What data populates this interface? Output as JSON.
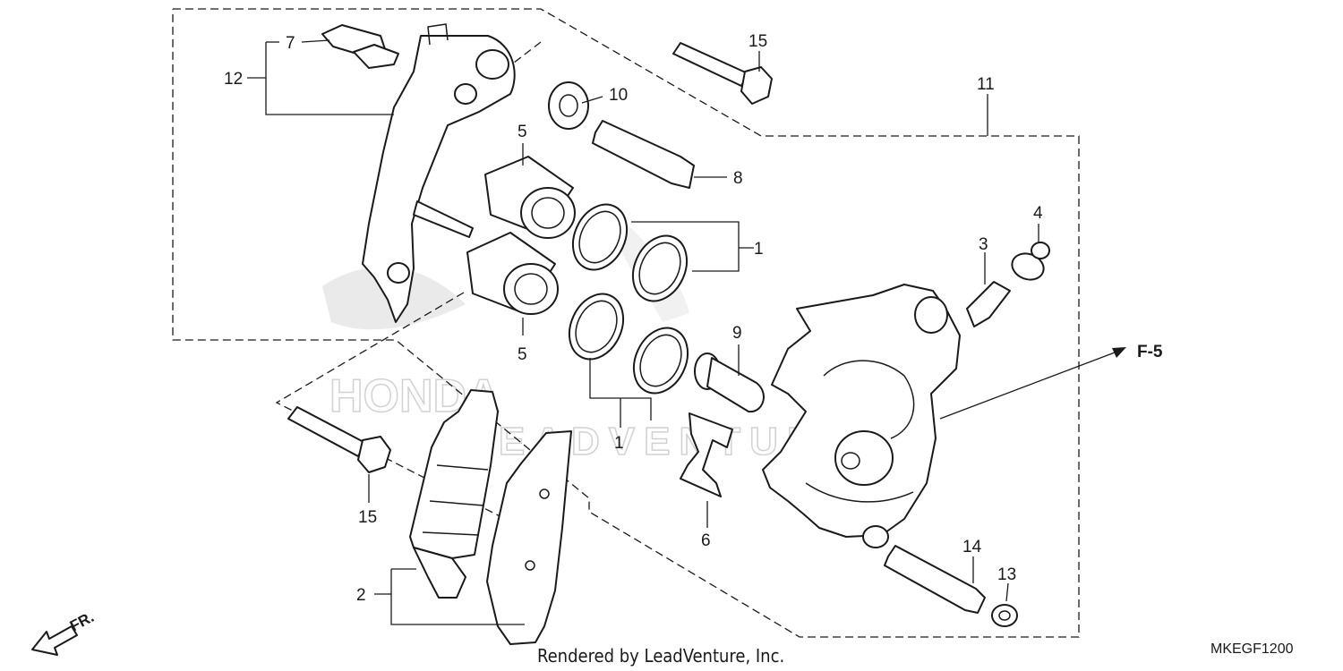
{
  "diagram": {
    "footer_text": "Rendered by LeadVenture, Inc.",
    "diagram_code": "MKEGF1200",
    "reference": "F-5",
    "direction_label": "FR.",
    "watermark": {
      "brand": "HONDA",
      "subtext": "LEADVENTURE"
    },
    "callouts": {
      "c1a": "1",
      "c1b": "1",
      "c2": "2",
      "c3": "3",
      "c4": "4",
      "c5a": "5",
      "c5b": "5",
      "c6": "6",
      "c7": "7",
      "c8": "8",
      "c9": "9",
      "c10": "10",
      "c11": "11",
      "c12": "12",
      "c13": "13",
      "c14": "14",
      "c15a": "15",
      "c15b": "15"
    }
  }
}
